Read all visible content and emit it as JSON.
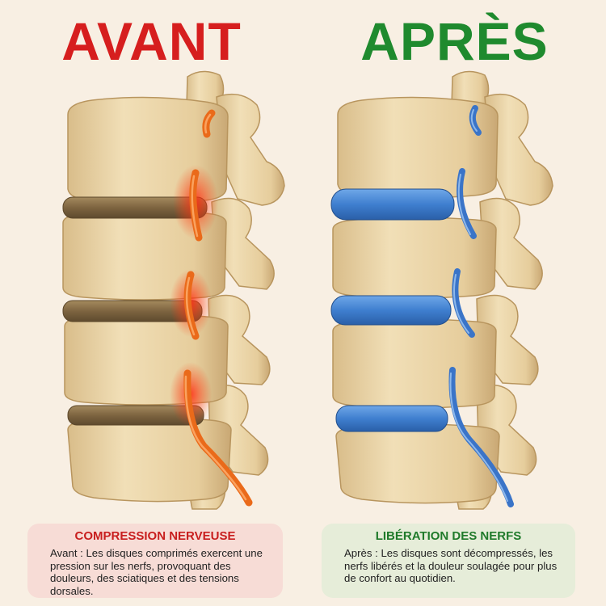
{
  "before": {
    "heading": "AVANT",
    "panel_title": "COMPRESSION NERVEUSE",
    "panel_text": "Avant : Les disques comprimés exercent une pression sur les nerfs, provoquant des douleurs, des sciatiques et des tensions dorsales."
  },
  "after": {
    "heading": "APRÈS",
    "panel_title": "LIBÉRATION DES NERFS",
    "panel_text": "Après : Les disques sont décompressés, les nerfs libérés et la douleur soulagée pour plus de confort au quotidien."
  },
  "colors": {
    "before_heading": "#d61e1e",
    "after_heading": "#1f8a2e",
    "bone": "#ead4a6",
    "bone_shadow": "#c9a874",
    "disc_compressed": "#8a7048",
    "disc_healthy": "#3f7fcf",
    "nerve_inflamed": "#ea6a1a",
    "inflammation_glow": "#ff2a10",
    "nerve_healthy": "#3a74c8",
    "before_panel_bg": "#f7dcd6",
    "after_panel_bg": "#e6edd9"
  }
}
